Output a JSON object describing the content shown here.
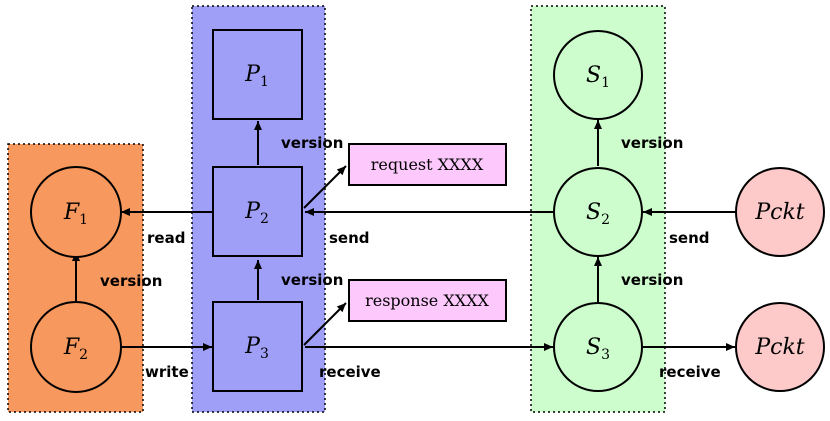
{
  "colors": {
    "file_region": "#f7985e",
    "process_region": "#9f9ff7",
    "socket_region": "#cdfccd",
    "packet_fill": "#fdc9c9",
    "note_fill": "#fdc9fd",
    "node_stroke": "#000000"
  },
  "nodes": {
    "F1": {
      "base": "F",
      "sub": "1"
    },
    "F2": {
      "base": "F",
      "sub": "2"
    },
    "P1": {
      "base": "P",
      "sub": "1"
    },
    "P2": {
      "base": "P",
      "sub": "2"
    },
    "P3": {
      "base": "P",
      "sub": "3"
    },
    "S1": {
      "base": "S",
      "sub": "1"
    },
    "S2": {
      "base": "S",
      "sub": "2"
    },
    "S3": {
      "base": "S",
      "sub": "3"
    },
    "Pckt_top": {
      "base": "Pckt"
    },
    "Pckt_bottom": {
      "base": "Pckt"
    }
  },
  "notes": {
    "request": "request XXXX",
    "response": "response XXXX"
  },
  "edge_labels": {
    "read": "read",
    "write": "write",
    "version_f": "version",
    "version_p_top": "version",
    "version_p_bottom": "version",
    "version_s_top": "version",
    "version_s_bottom": "version",
    "send_p": "send",
    "send_s": "send",
    "receive_p": "receive",
    "receive_s": "receive"
  }
}
